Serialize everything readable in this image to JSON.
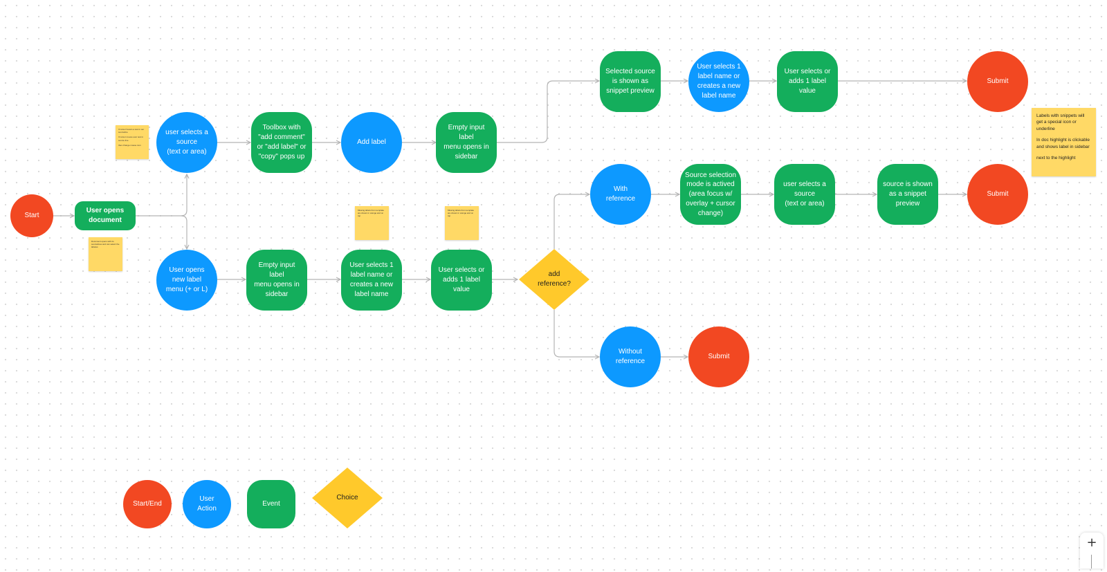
{
  "colors": {
    "start_end": "#f24822",
    "user_action": "#0d99ff",
    "event": "#14ae5c",
    "choice": "#ffc92b",
    "sticky": "#ffd966",
    "connector": "#b3b3b3"
  },
  "nodes": {
    "start": "Start",
    "opens_document": "User opens\ndocument",
    "selects_source_top": "user selects a\nsource\n(text or area)",
    "toolbox": "Toolbox with\n\"add comment\"\nor \"add label\" or\n\"copy\" pops up",
    "add_label": "Add label",
    "empty_menu_top": "Empty input label\nmenu opens in\nsidebar",
    "selected_snippet": "Selected source\nis shown as\nsnippet preview",
    "select_label_top": "User selects 1\nlabel name or\ncreates a new\nlabel name",
    "select_value_top": "User selects or\nadds 1 label value",
    "submit_top": "Submit",
    "opens_new_menu": "User opens\nnew label\nmenu (+ or L)",
    "empty_menu_bottom": "Empty input label\nmenu opens in\nsidebar",
    "select_label_bottom": "User selects 1\nlabel name or\ncreates a new\nlabel name",
    "select_value_bottom": "User selects or\nadds 1 label value",
    "add_reference": "add\nreference?",
    "with_reference": "With\nreference",
    "selection_mode": "Source selection\nmode is actived\n(area focus w/\noverlay + cursor\nchange)",
    "selects_source_mid": "user selects a\nsource\n(text or area)",
    "snippet_preview_mid": "source is shown\nas a snippet\npreview",
    "submit_mid": "Submit",
    "without_reference": "Without\nreference",
    "submit_bottom": "Submit"
  },
  "stickies": {
    "big_note": [
      "Labels with snippets will get a special icon or underline",
      "In doc highlight is clickable and shows label in sidebar",
      "next to the highlight"
    ],
    "note_source": [
      "If cursor hovers a text in our sourceline",
      "If cursor moves over text in source line",
      "then change mouse icon"
    ],
    "note_document": [
      "Document opens with its sourcelines and can select the labeles"
    ],
    "note_label_name": [
      "Missing labels from template are shown in orange and on top"
    ],
    "note_label_value": [
      "Missing labels from template are shown in orange and on top"
    ]
  },
  "legend": {
    "start_end": "Start/End",
    "user_action": "User\nAction",
    "event": "Event",
    "choice": "Choice"
  },
  "zoom": {
    "plus": "+"
  }
}
